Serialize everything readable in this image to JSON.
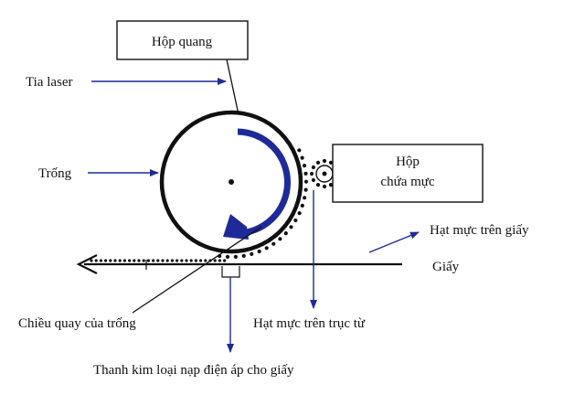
{
  "labels": {
    "hop_quang": "Hộp quang",
    "tia_laser": "Tia laser",
    "trong": "Trống",
    "hop_chua_muc_line1": "Hộp",
    "hop_chua_muc_line2": "chứa mực",
    "hat_muc_tren_giay": "Hạt mực trên giấy",
    "giay": "Giấy",
    "chieu_quay": "Chiều quay của trống",
    "hat_muc_truc_tu": "Hạt mực trên trục từ",
    "thanh_kim_loai": "Thanh kim loại nạp điện áp cho giấy"
  },
  "colors": {
    "arrow_blue": "#1f2a9a",
    "line_black": "#111111"
  }
}
